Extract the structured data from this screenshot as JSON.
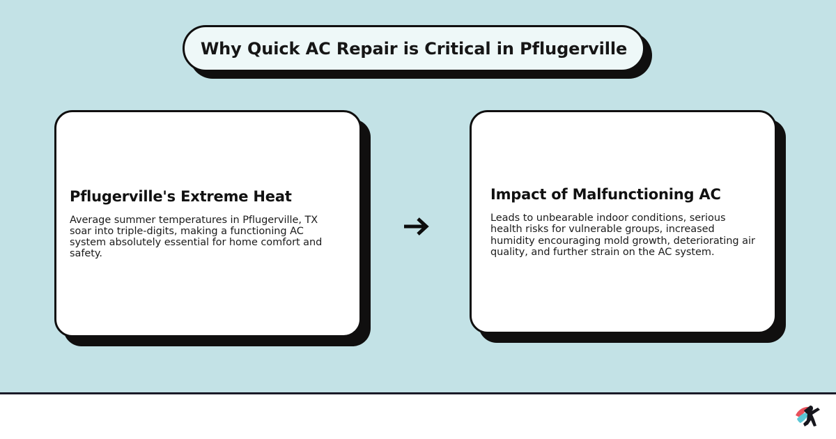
{
  "title": {
    "text": "Why Quick AC Repair is Critical in Pflugerville"
  },
  "cards": [
    {
      "heading": "Pflugerville's Extreme Heat",
      "body": "Average summer temperatures in Pflugerville, TX soar into triple-digits, making a functioning AC system absolutely essential for home comfort and safety."
    },
    {
      "heading": "Impact of Malfunctioning AC",
      "body": "Leads to unbearable indoor conditions, serious health risks for vulnerable groups, increased humidity encouraging mold growth, deteriorating air quality, and further strain on the AC system."
    }
  ],
  "connector": {
    "icon": "arrow-right-icon",
    "glyph": "→"
  },
  "footer": {
    "logo_name": "caped-hero-logo"
  },
  "colors": {
    "background": "#c3e2e6",
    "pill_fill": "#eef8f8",
    "card_fill": "#ffffff",
    "outline": "#100f0f",
    "footer_background": "#ffffff",
    "divider": "#1a1a28",
    "logo_cape": "#e8505b",
    "logo_accent": "#5bc8d6",
    "logo_body": "#16161d"
  }
}
